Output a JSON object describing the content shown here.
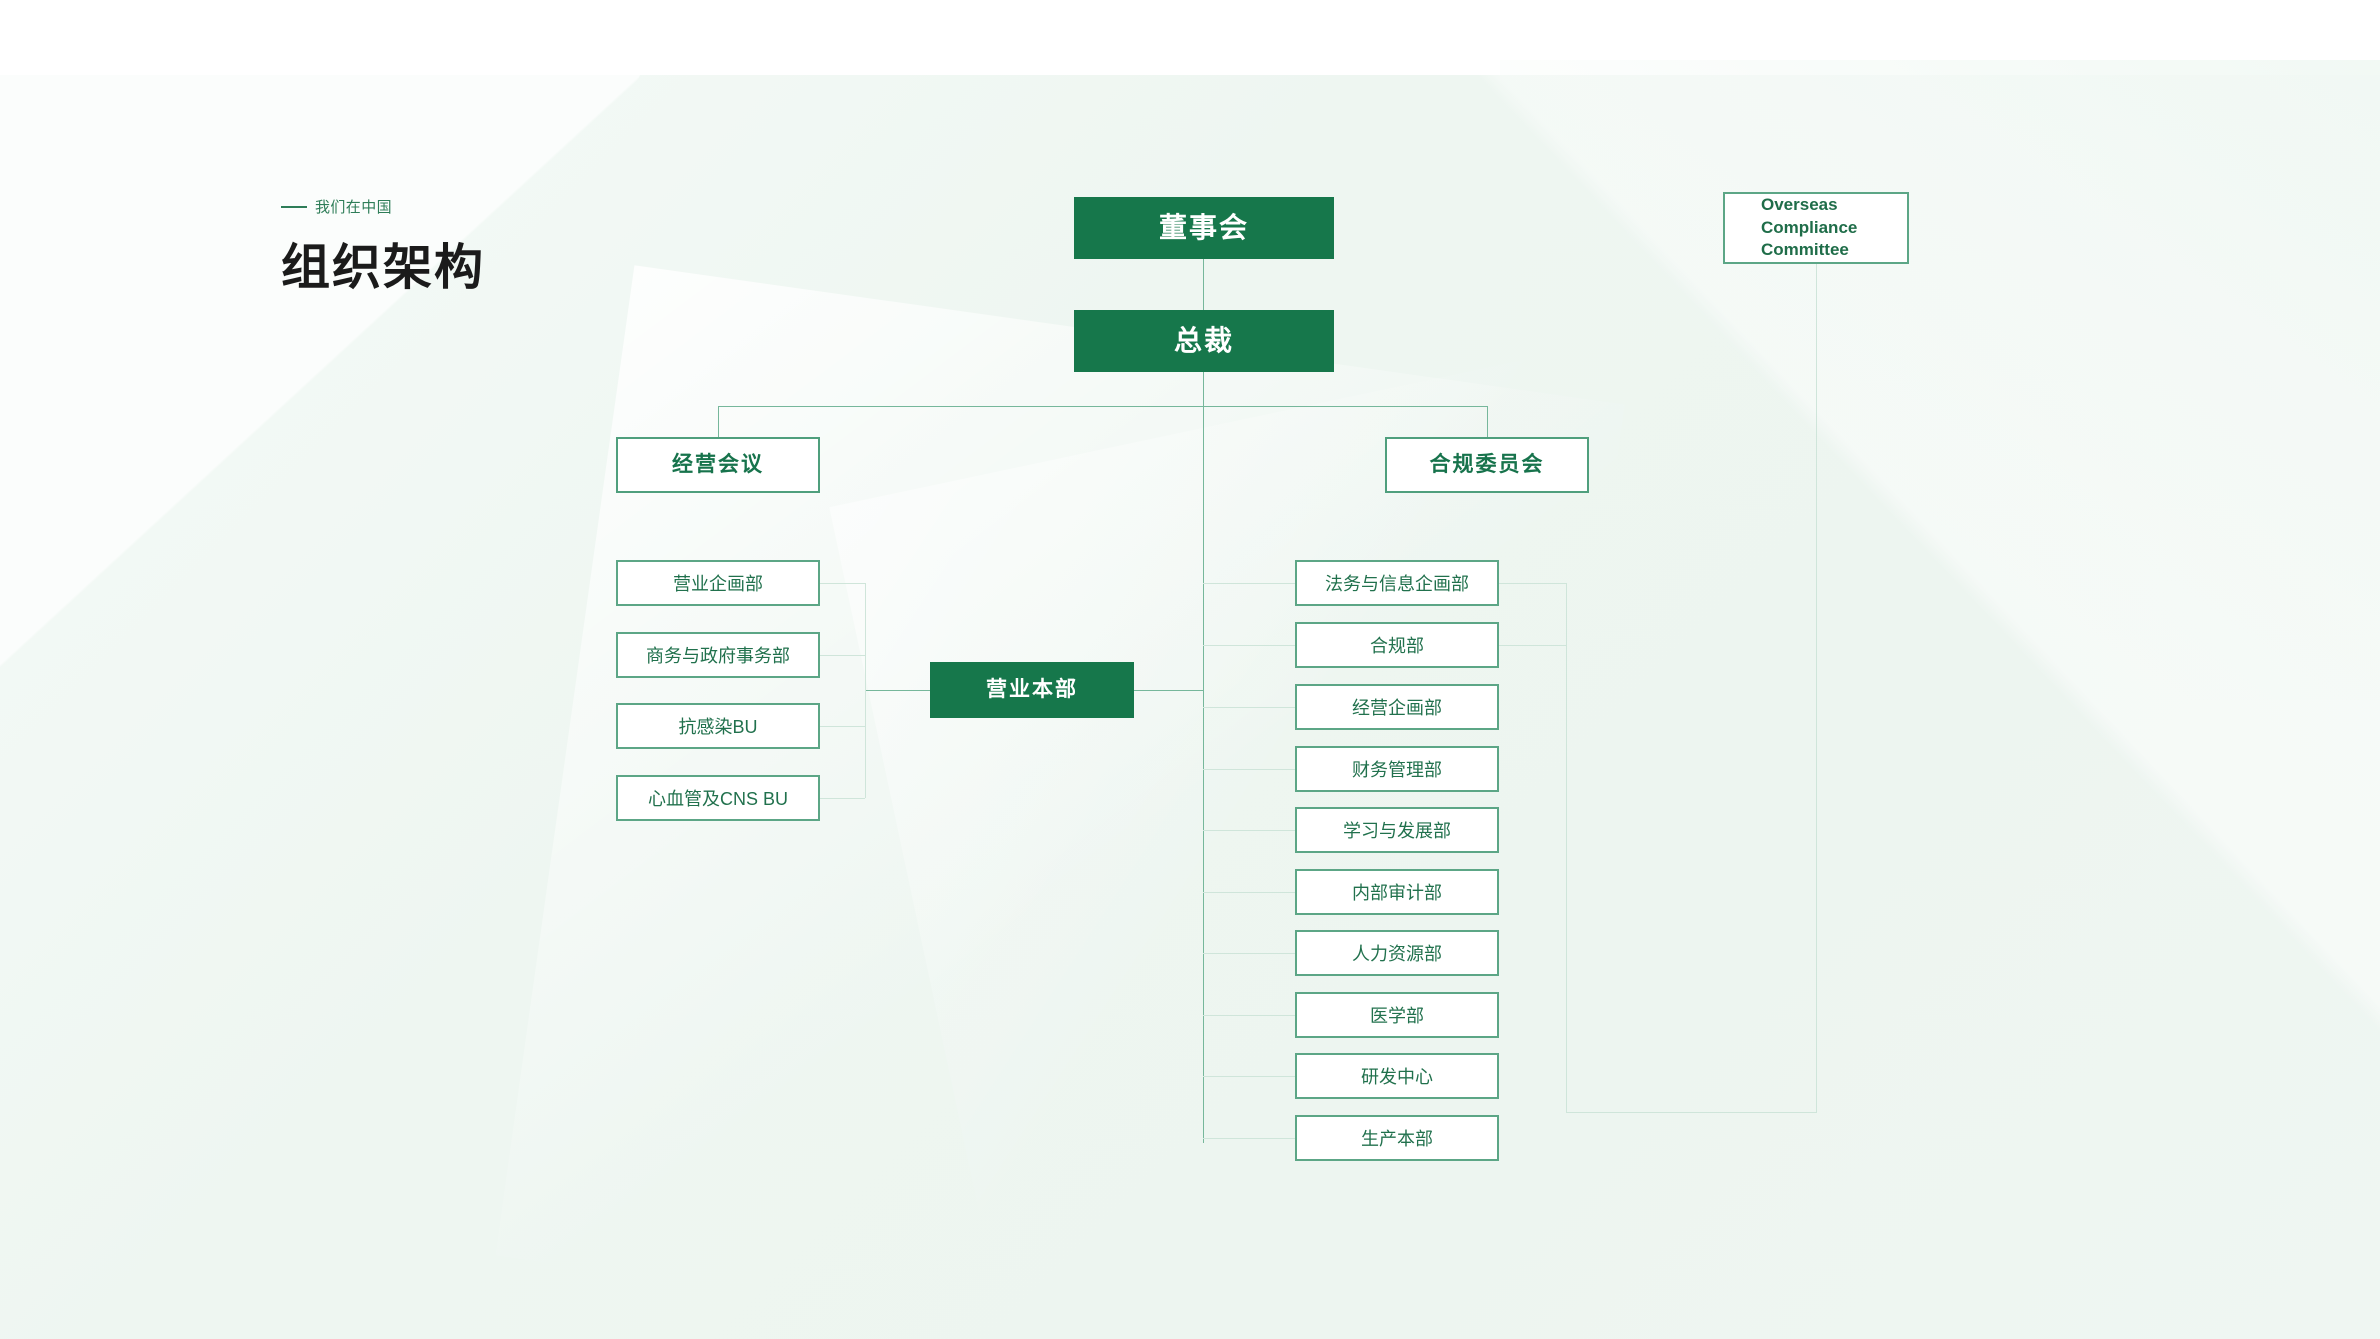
{
  "headline": {
    "kicker": "我们在中国",
    "title": "组织架构"
  },
  "chart_data": {
    "type": "diagram",
    "title": "组织架构",
    "subtitle": "我们在中国",
    "accent_color": "#16774b",
    "outline_color": "#5ca686",
    "connector_color": "#9ac9b4",
    "background_color": "#eef6f1",
    "nodes": {
      "board": "董事会",
      "president": "总裁",
      "overseas_committee": "Overseas Compliance Committee",
      "overseas_committee_lines": [
        "Overseas",
        "Compliance",
        "Committee"
      ],
      "management_meeting": "经营会议",
      "compliance_committee": "合规委员会",
      "sales_headquarters": "营业本部"
    },
    "left_departments": [
      "营业企画部",
      "商务与政府事务部",
      "抗感染BU",
      "心血管及CNS  BU"
    ],
    "right_departments": [
      "法务与信息企画部",
      "合规部",
      "经营企画部",
      "财务管理部",
      "学习与发展部",
      "内部审计部",
      "人力资源部",
      "医学部",
      "研发中心",
      "生产本部"
    ],
    "edges": [
      {
        "from": "board",
        "to": "president"
      },
      {
        "from": "president",
        "to": "management_meeting"
      },
      {
        "from": "president",
        "to": "compliance_committee"
      },
      {
        "from": "president",
        "to": "sales_headquarters"
      },
      {
        "from": "sales_headquarters",
        "to": "left_departments"
      },
      {
        "from": "president_trunk",
        "to": "right_departments"
      },
      {
        "from": "overseas_committee",
        "to": "法务与信息企画部 / 合规部"
      }
    ]
  }
}
